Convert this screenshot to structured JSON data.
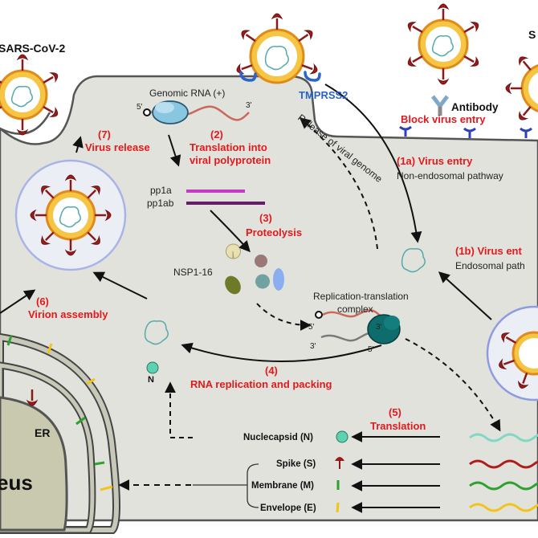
{
  "labels": {
    "sars_left": "SARS-CoV-2",
    "sars_right_partial": "S",
    "genomic_rna": "Genomic RNA (+)",
    "five_prime": "5'",
    "three_prime": "3'",
    "tmprss2": "TMPRSS2",
    "antibody": "Antibody",
    "block_entry": "Block virus entry",
    "release_genome": "Release of viral genome",
    "pp1a": "pp1a",
    "pp1ab": "pp1ab",
    "nsp": "NSP1-16",
    "rtc_line1": "Replication-translation",
    "rtc_line2": "complex",
    "n_letter": "N",
    "er": "ER",
    "nucleus_partial": "eus"
  },
  "steps": {
    "s7_num": "(7)",
    "s7_text": "Virus release",
    "s2_num": "(2)",
    "s2_line1": "Translation into",
    "s2_line2": "viral polyprotein",
    "s1a_title": "(1a) Virus entry",
    "s1a_sub": "Non-endosomal pathway",
    "s3_num": "(3)",
    "s3_text": "Proteolysis",
    "s1b_title": "(1b) Virus ent",
    "s1b_sub": "Endosomal path",
    "s6_num": "(6)",
    "s6_text": "Virion assembly",
    "s4_num": "(4)",
    "s4_text": "RNA replication and packing",
    "s5_num": "(5)",
    "s5_text": "Translation"
  },
  "proteins": [
    {
      "name": "Nuclecapsid (N)",
      "icon": "nucleocapsid-icon",
      "color": "#5ed1b0"
    },
    {
      "name": "Spike (S)",
      "icon": "spike-icon",
      "color": "#8b1a1a"
    },
    {
      "name": "Membrane (M)",
      "icon": "membrane-icon",
      "color": "#2ea02e"
    },
    {
      "name": "Envelope (E)",
      "icon": "envelope-icon",
      "color": "#f2c318"
    }
  ],
  "colors": {
    "cell": "#e2e2dd",
    "red_text": "#e3191c",
    "tmprss2": "#2b63c6",
    "rna_teal": "#7fd8c4",
    "rna_red": "#b01c1c",
    "rna_green": "#2ea02e",
    "rna_yellow": "#f2c318",
    "pp1a": "#c23bc2",
    "pp1ab": "#6a1a6a"
  }
}
